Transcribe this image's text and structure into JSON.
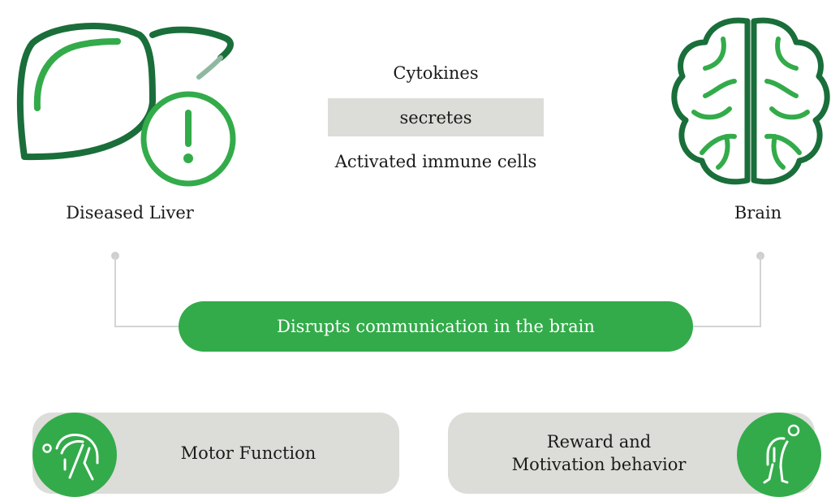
{
  "labels": {
    "liver": "Diseased Liver",
    "brain": "Brain"
  },
  "center": {
    "top": "Cytokines",
    "middle": "secretes",
    "bottom": "Activated immune cells"
  },
  "pill": {
    "text": "Disrupts communication in the brain"
  },
  "cards": {
    "motor": "Motor Function",
    "reward_line1": "Reward and",
    "reward_line2": "Motivation behavior"
  },
  "icons": {
    "liver": "liver-alert-icon",
    "brain": "brain-icon",
    "motor": "stretching-person-icon",
    "reward": "tired-person-icon"
  },
  "colors": {
    "dark_green": "#1a6e3a",
    "green": "#33ab4a",
    "gray": "#dcdcd8",
    "connector": "#cfcfcf"
  }
}
